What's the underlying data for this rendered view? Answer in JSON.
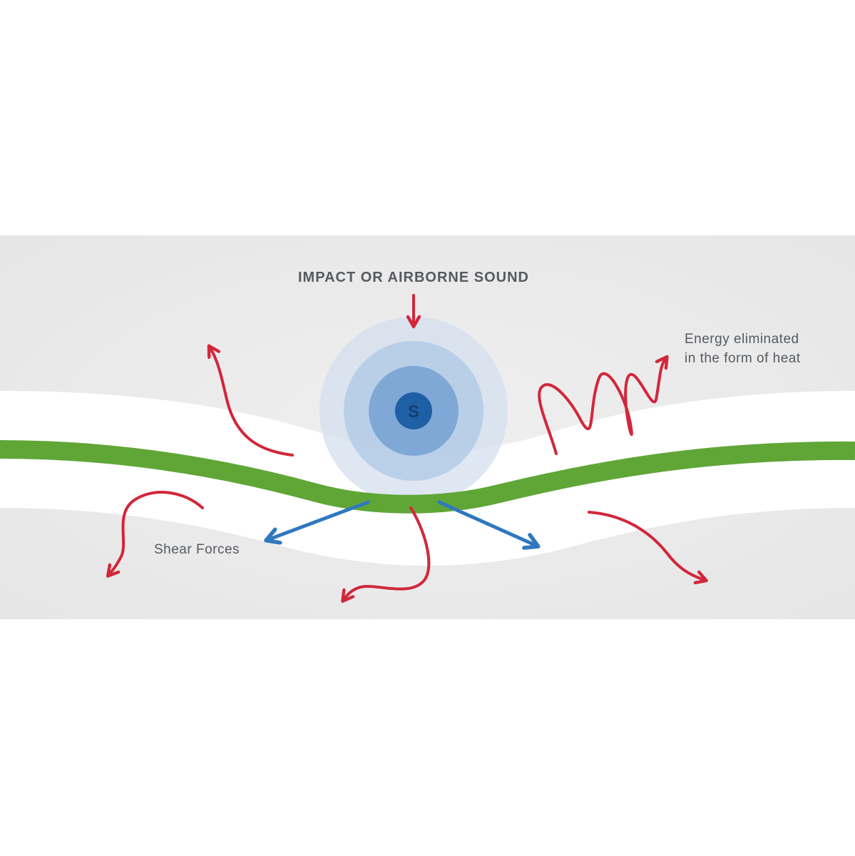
{
  "labels": {
    "top": "IMPACT OR AIRBORNE SOUND",
    "energy_line1": "Energy eliminated",
    "energy_line2": "in the form of heat",
    "shear": "Shear Forces",
    "source": "S"
  },
  "colors": {
    "background": "#ffffff",
    "panel": "#ebebeb",
    "membrane": "#5fa637",
    "heat_arrow": "#d1273a",
    "shear_arrow": "#2f78c0",
    "source_core": "#1e5fa6",
    "text": "#555a60"
  },
  "icons": [
    "sound-source-icon",
    "heat-arrow-icon",
    "shear-arrow-icon"
  ]
}
